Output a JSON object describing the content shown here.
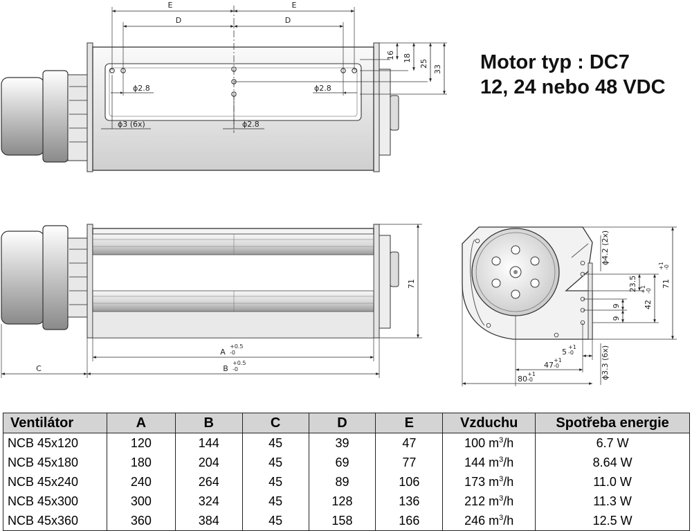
{
  "motor": {
    "line1": "Motor typ : DC7",
    "line2": "12, 24 nebo 48 VDC"
  },
  "dimensions": {
    "E_left": "E",
    "E_right": "E",
    "D_left": "D",
    "D_right": "D",
    "d16": "16",
    "d18": "18",
    "d25": "25",
    "d33": "33",
    "hole28_left": "ϕ2.8",
    "hole28_right": "ϕ2.8",
    "hole28_bottom": "ϕ2.8",
    "hole3": "ϕ3 (6x)",
    "A": "A",
    "A_tol": "+0.5",
    "A_tol_low": "-0",
    "B": "B",
    "B_tol": "+0.5",
    "B_tol_low": "-0",
    "C": "C",
    "d71": "71",
    "side_hole42": "ϕ4.2 (2x)",
    "side_71": "71",
    "side_71_tol": "+1",
    "side_71_tol_low": "-0",
    "side_42": "42",
    "side_42_tol": "+1",
    "side_42_tol_low": "-0",
    "side_235": "23.5",
    "side_9a": "9",
    "side_9b": "9",
    "side_5": "5",
    "side_5_tol": "+1",
    "side_5_tol_low": "-0",
    "side_47": "47",
    "side_47_tol": "+1",
    "side_47_tol_low": "-0",
    "side_80": "80",
    "side_80_tol": "+1",
    "side_80_tol_low": "-0",
    "side_hole33": "ϕ3.3 (6x)"
  },
  "table": {
    "headers": [
      "Ventilátor",
      "A",
      "B",
      "C",
      "D",
      "E",
      "Vzduchu",
      "Spotřeba energie"
    ],
    "air_unit_pre": "m",
    "air_unit_sup": "3",
    "air_unit_post": "/h",
    "rows": [
      {
        "name": "NCB 45x120",
        "A": "120",
        "B": "144",
        "C": "45",
        "D": "39",
        "E": "47",
        "air": "100",
        "power": "6.7 W"
      },
      {
        "name": "NCB 45x180",
        "A": "180",
        "B": "204",
        "C": "45",
        "D": "69",
        "E": "77",
        "air": "144",
        "power": "8.64 W"
      },
      {
        "name": "NCB 45x240",
        "A": "240",
        "B": "264",
        "C": "45",
        "D": "89",
        "E": "106",
        "air": "173",
        "power": "11.0 W"
      },
      {
        "name": "NCB 45x300",
        "A": "300",
        "B": "324",
        "C": "45",
        "D": "128",
        "E": "136",
        "air": "212",
        "power": "11.3 W"
      },
      {
        "name": "NCB 45x360",
        "A": "360",
        "B": "384",
        "C": "45",
        "D": "158",
        "E": "166",
        "air": "246",
        "power": "12.5 W"
      }
    ]
  }
}
